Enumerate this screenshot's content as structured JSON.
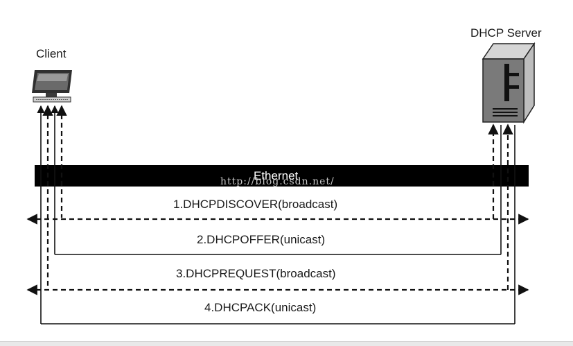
{
  "nodes": {
    "client_label": "Client",
    "server_label": "DHCP Server"
  },
  "bus": {
    "label": "Ethernet",
    "watermark": "http://blog.csdn.net/"
  },
  "messages": [
    {
      "step": 1,
      "label": "1.DHCPDISCOVER(broadcast)",
      "style": "dashed",
      "direction": "client-to-server"
    },
    {
      "step": 2,
      "label": "2.DHCPOFFER(unicast)",
      "style": "solid",
      "direction": "server-to-client"
    },
    {
      "step": 3,
      "label": "3.DHCPREQUEST(broadcast)",
      "style": "dashed",
      "direction": "client-to-server"
    },
    {
      "step": 4,
      "label": "4.DHCPACK(unicast)",
      "style": "solid",
      "direction": "server-to-client"
    }
  ],
  "colors": {
    "line": "#111111",
    "bus": "#000000",
    "bus_text": "#ffffff",
    "server_body": "#7a7a7a",
    "monitor_screen": "#5a5a5a"
  },
  "icons": {
    "client": "desktop-computer-icon",
    "server": "server-tower-icon"
  }
}
